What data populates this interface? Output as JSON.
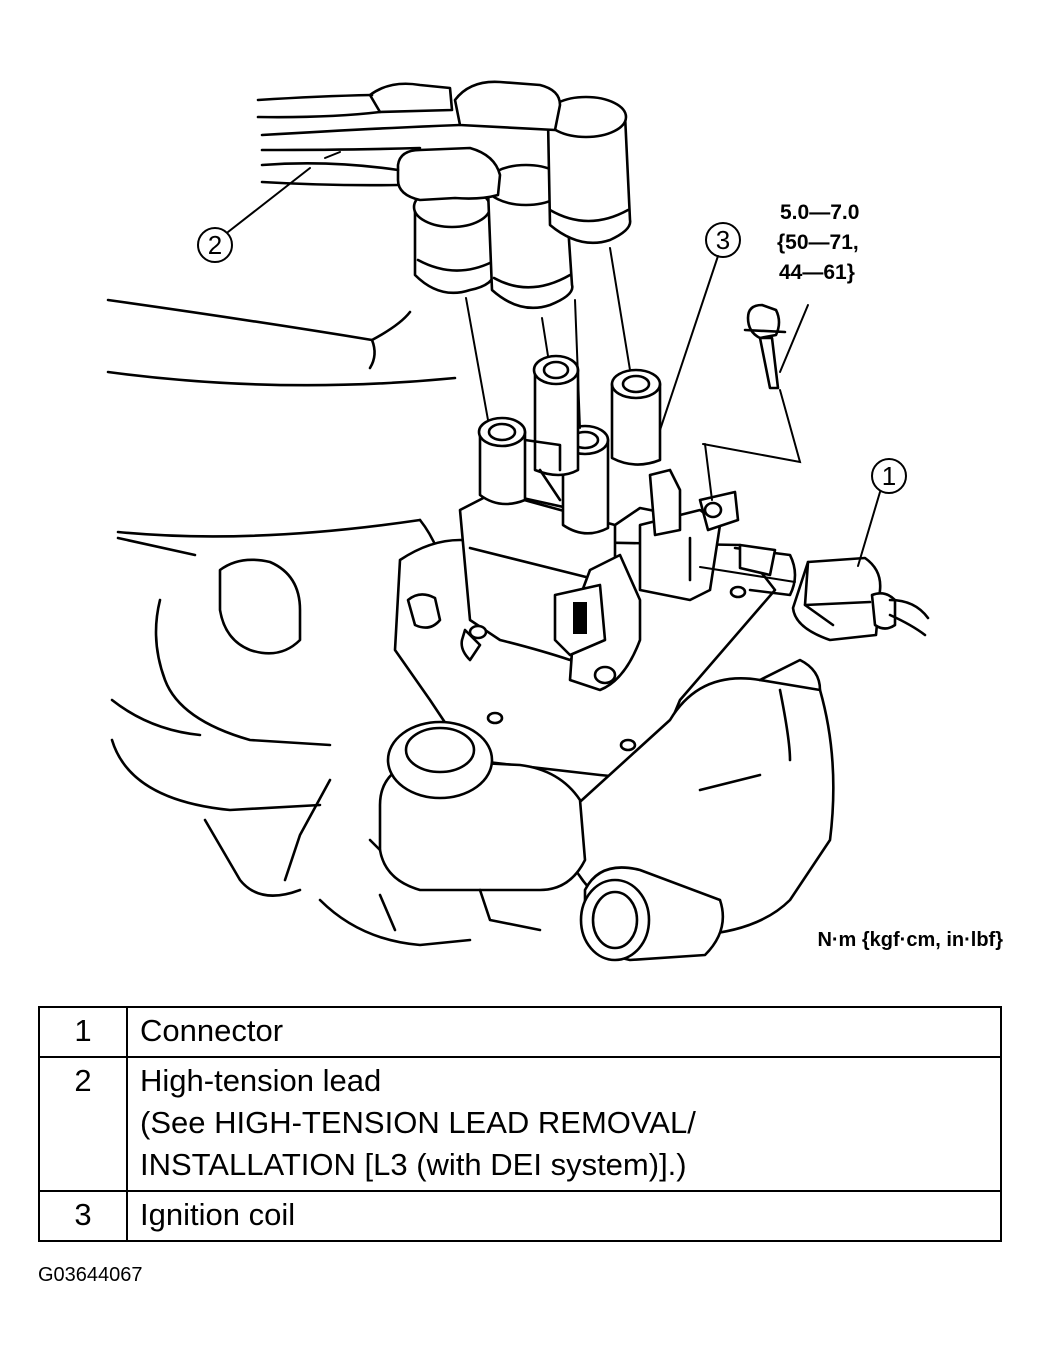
{
  "diagram": {
    "torque_spec": {
      "line1": "5.0—7.0",
      "line2": "{50—71,",
      "line3": "44—61}"
    },
    "units_note": "N·m {kgf·cm, in·lbf}",
    "callouts": [
      "1",
      "2",
      "3"
    ]
  },
  "legend": {
    "rows": [
      {
        "num": "1",
        "lines": [
          "Connector"
        ]
      },
      {
        "num": "2",
        "lines": [
          "High-tension lead",
          "(See HIGH-TENSION LEAD REMOVAL/",
          "INSTALLATION [L3 (with DEI system)].)"
        ]
      },
      {
        "num": "3",
        "lines": [
          "Ignition coil"
        ]
      }
    ]
  },
  "figure_id": "G03644067"
}
